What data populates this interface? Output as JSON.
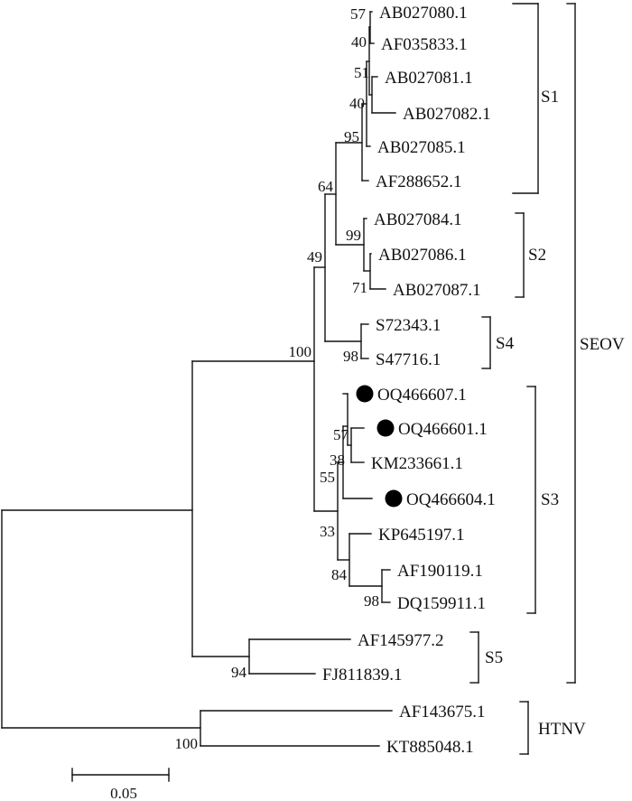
{
  "tree": {
    "leaves": [
      {
        "id": "L1",
        "label": "AB027080.1",
        "marked": false
      },
      {
        "id": "L2",
        "label": "AF035833.1",
        "marked": false
      },
      {
        "id": "L3",
        "label": "AB027081.1",
        "marked": false
      },
      {
        "id": "L4",
        "label": "AB027082.1",
        "marked": false
      },
      {
        "id": "L5",
        "label": "AB027085.1",
        "marked": false
      },
      {
        "id": "L6",
        "label": "AF288652.1",
        "marked": false
      },
      {
        "id": "L7",
        "label": "AB027084.1",
        "marked": false
      },
      {
        "id": "L8",
        "label": "AB027086.1",
        "marked": false
      },
      {
        "id": "L9",
        "label": "AB027087.1",
        "marked": false
      },
      {
        "id": "L10",
        "label": "S72343.1",
        "marked": false
      },
      {
        "id": "L11",
        "label": "S47716.1",
        "marked": false
      },
      {
        "id": "L12",
        "label": "OQ466607.1",
        "marked": true
      },
      {
        "id": "L13",
        "label": "OQ466601.1",
        "marked": true
      },
      {
        "id": "L14",
        "label": "KM233661.1",
        "marked": false
      },
      {
        "id": "L15",
        "label": "OQ466604.1",
        "marked": true
      },
      {
        "id": "L16",
        "label": "KP645197.1",
        "marked": false
      },
      {
        "id": "L17",
        "label": "AF190119.1",
        "marked": false
      },
      {
        "id": "L18",
        "label": "DQ159911.1",
        "marked": false
      },
      {
        "id": "L19",
        "label": "AF145977.2",
        "marked": false
      },
      {
        "id": "L20",
        "label": "FJ811839.1",
        "marked": false
      },
      {
        "id": "L21",
        "label": "AF143675.1",
        "marked": false
      },
      {
        "id": "L22",
        "label": "KT885048.1",
        "marked": false
      }
    ],
    "bootstrap": [
      {
        "node": "n_80_35",
        "value": "57"
      },
      {
        "node": "n_81_82",
        "value": "51"
      },
      {
        "node": "n_s1a",
        "value": "40"
      },
      {
        "node": "n_s1b",
        "value": "40"
      },
      {
        "node": "n_s1c",
        "value": "95"
      },
      {
        "node": "n_86_87",
        "value": "71"
      },
      {
        "node": "n_s2",
        "value": "99"
      },
      {
        "node": "n_s1s2",
        "value": "64"
      },
      {
        "node": "n_s4",
        "value": "98"
      },
      {
        "node": "n_upper",
        "value": "49"
      },
      {
        "node": "n_601_661",
        "value": "57"
      },
      {
        "node": "n_a",
        "value": "38"
      },
      {
        "node": "n_b",
        "value": "55"
      },
      {
        "node": "n_119_911",
        "value": "98"
      },
      {
        "node": "n_kp",
        "value": "84"
      },
      {
        "node": "n_c",
        "value": "33"
      },
      {
        "node": "n_seov_main",
        "value": "100"
      },
      {
        "node": "n_s5",
        "value": "94"
      },
      {
        "node": "n_htnv",
        "value": "100"
      }
    ],
    "clades": [
      {
        "id": "S1",
        "label": "S1"
      },
      {
        "id": "S2",
        "label": "S2"
      },
      {
        "id": "S4",
        "label": "S4"
      },
      {
        "id": "S3",
        "label": "S3"
      },
      {
        "id": "S5",
        "label": "S5"
      },
      {
        "id": "SEOV",
        "label": "SEOV"
      },
      {
        "id": "HTNV",
        "label": "HTNV"
      }
    ],
    "scale_bar": {
      "label": "0.05",
      "value": 0.05
    }
  }
}
